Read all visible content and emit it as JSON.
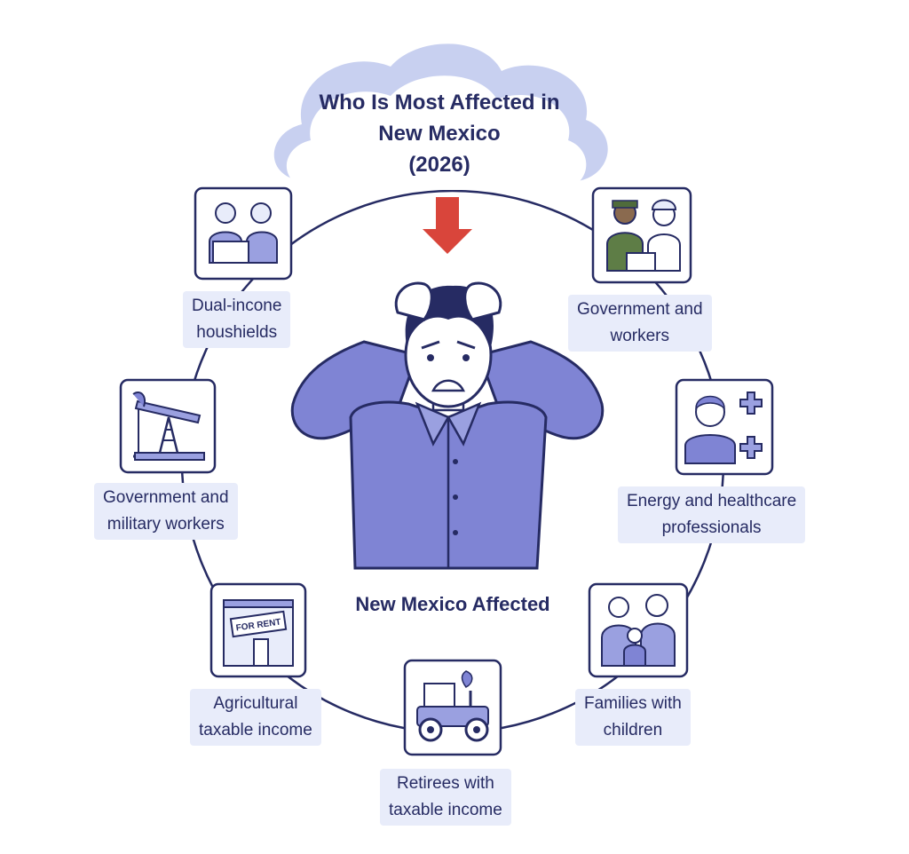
{
  "title": {
    "line1": "Who Is Most Affected in",
    "line2": "New Mexico",
    "line3": "(2026)"
  },
  "center_label": "New Mexico Affected",
  "groups": [
    {
      "icon": "couple-with-laptop-icon",
      "line1": "Dual-incone",
      "line2": "houshields"
    },
    {
      "icon": "soldier-and-worker-icon",
      "line1": "Government and",
      "line2": "workers"
    },
    {
      "icon": "oil-pump-jack-icon",
      "line1": "Government and",
      "line2": "military workers"
    },
    {
      "icon": "doctor-with-medical-crosses-icon",
      "line1": "Energy and healthcare",
      "line2": "professionals"
    },
    {
      "icon": "for-rent-building-icon",
      "sign": "FOR RENT",
      "line1": "Agricultural",
      "line2": "taxable income"
    },
    {
      "icon": "family-icon",
      "line1": "Families with",
      "line2": "children"
    },
    {
      "icon": "tractor-icon",
      "line1": "Retirees with",
      "line2": "taxable income"
    }
  ],
  "colors": {
    "navy": "#262b63",
    "purple": "#7f84d4",
    "arrow_red": "#d9453b",
    "label_bg": "#e8ecfa",
    "cloud": "#c8d0f0"
  }
}
